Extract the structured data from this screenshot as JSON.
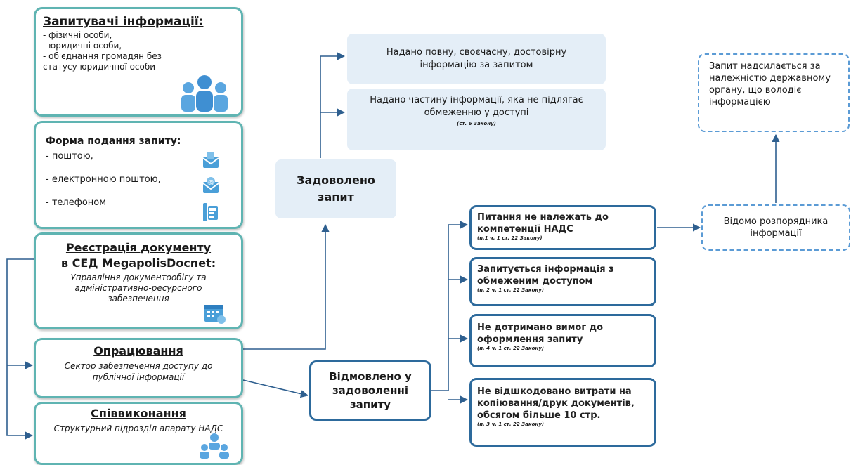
{
  "requesters": {
    "title": "Запитувачі інформації:",
    "items": [
      "- фізичні особи,",
      "- юридичні особи,",
      "- об'єднання громадян без статусу юридичної особи"
    ]
  },
  "form": {
    "title": "Форма подання запиту:",
    "items": [
      "- поштою,",
      "- електронною поштою,",
      "- телефоном"
    ]
  },
  "registration": {
    "title_line1": "Реєстрація документу",
    "title_line2": "в СЕД MegapolisDocnet:",
    "subtitle": "Управління документообігу та адміністративно-ресурсного забезпечення"
  },
  "processing": {
    "title": "Опрацювання",
    "subtitle": "Сектор забезпечення доступу до публічної інформації"
  },
  "coexecution": {
    "title": "Співвиконання",
    "subtitle": "Структурний підрозділ апарату НАДС"
  },
  "satisfied": {
    "label": "Задоволено запит"
  },
  "full_info": {
    "text": "Надано повну, своєчасну, достовірну інформацію за запитом"
  },
  "partial_info": {
    "text": "Надано частину інформації, яка не підлягає обмеженню у доступі",
    "ref": "(ст. 6 Закону)"
  },
  "refused": {
    "label": "Відмовлено у задоволенні запиту"
  },
  "reasons": [
    {
      "text": "Питання не належать до компетенції НАДС",
      "ref": "(п.1 ч. 1 ст. 22 Закону)"
    },
    {
      "text": "Запитується інформація з обмеженим доступом",
      "ref": "(п. 2 ч. 1 ст. 22 Закону)"
    },
    {
      "text": "Не дотримано вимог до оформлення запиту",
      "ref": "(п. 4 ч. 1 ст. 22 Закону)"
    },
    {
      "text": "Не відшкодовано витрати на копіювання/друк документів, обсягом більше 10 стр.",
      "ref": "(п. 3 ч. 1 ст. 22 Закону)"
    }
  ],
  "known_holder": {
    "text": "Відомо розпорядника інформації"
  },
  "forwarded": {
    "text": "Запит надсилається за належністю державному органу, що володіє інформацією"
  },
  "colors": {
    "teal": "#5fb4b2",
    "navy": "#2d6a9c",
    "arrow": "#2e5f8f",
    "pale": "#e4eef7",
    "dash": "#5b9bd5"
  }
}
